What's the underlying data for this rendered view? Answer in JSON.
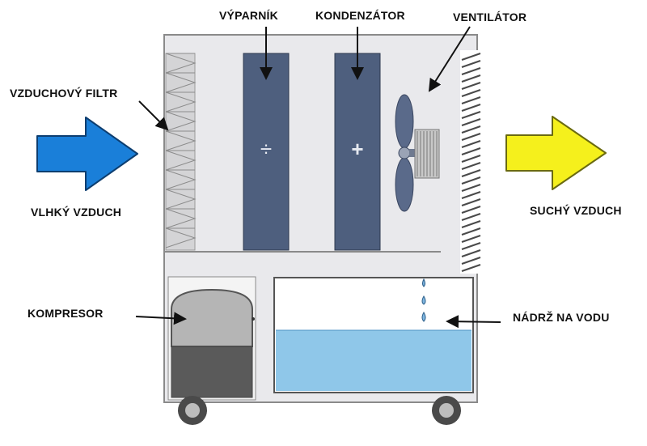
{
  "labels": {
    "evaporator": "VÝPARNÍK",
    "condenser": "KONDENZÁTOR",
    "fan": "VENTILÁTOR",
    "air_filter": "VZDUCHOVÝ FILTR",
    "humid_air": "VLHKÝ VZDUCH",
    "dry_air": "SUCHÝ VZDUCH",
    "compressor": "KOMPRESOR",
    "water_tank": "NÁDRŽ NA VODU"
  },
  "symbols": {
    "evaporator_sign": "÷",
    "condenser_sign": "+"
  },
  "colors": {
    "humid_air_arrow": "#1a7fd9",
    "dry_air_arrow": "#f5f01c",
    "coil": "#4e5f7e",
    "water": "#8fc7e9",
    "housing": "#e9e9ec",
    "compressor_top": "#b5b5b5",
    "compressor_base": "#5a5a5a"
  }
}
